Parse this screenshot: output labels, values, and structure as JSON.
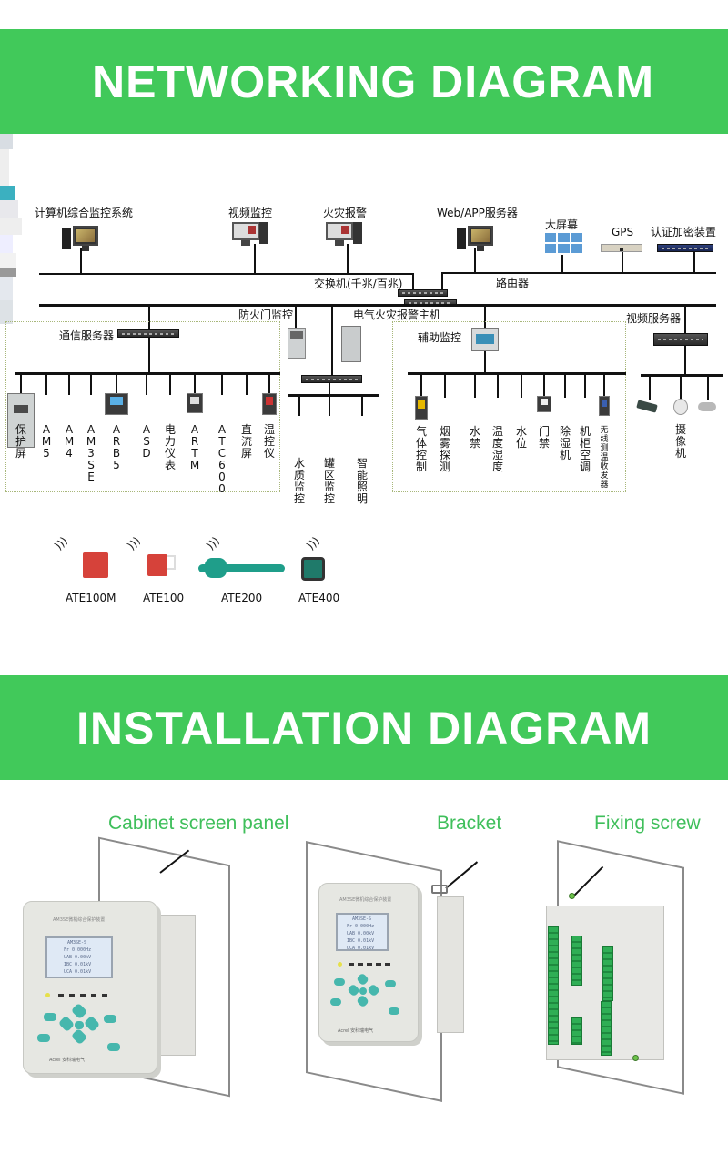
{
  "banners": {
    "networking": "NETWORKING DIAGRAM",
    "installation": "INSTALLATION DIAGRAM"
  },
  "network": {
    "top_tier": {
      "computer_monitoring_system": "计算机综合监控系统",
      "video_monitoring": "视频监控",
      "fire_alarm": "火灾报警",
      "web_app_server": "Web/APP服务器",
      "big_screen": "大屏幕",
      "gps": "GPS",
      "auth_encryption_device": "认证加密装置"
    },
    "switch_label": "交换机(千兆/百兆)",
    "router_label": "路由器",
    "second_tier": {
      "fire_door_monitoring": "防火门监控",
      "electrical_fire_alarm_host": "电气火灾报警主机",
      "video_server": "视频服务器"
    },
    "comm_server_group": {
      "title": "通信服务器",
      "devices": [
        "保护屏",
        "AM5",
        "AM4",
        "AM3SE",
        "ARB5",
        "ASD",
        "电力仪表",
        "ARTM",
        "ATC600",
        "直流屏",
        "温控仪"
      ]
    },
    "middle_group": {
      "devices": [
        "水质监控",
        "罐区监控",
        "智能照明"
      ]
    },
    "aux_monitoring_group": {
      "title": "辅助监控",
      "devices": [
        "气体控制",
        "烟雾探测",
        "水禁",
        "温度湿度",
        "水位",
        "门禁",
        "除湿机",
        "机柜空调",
        "无线测温收发器"
      ]
    },
    "camera_group": {
      "devices": [
        "摄像机"
      ]
    },
    "wireless_sensors": [
      "ATE100M",
      "ATE100",
      "ATE200",
      "ATE400"
    ]
  },
  "installation": {
    "steps": [
      {
        "label": "Cabinet screen panel"
      },
      {
        "label": "Bracket"
      },
      {
        "label": "Fixing screw"
      }
    ],
    "device": {
      "title_text": "AM3SE微机综合保护装置",
      "lcd_lines": [
        "AM3SE-S",
        "Fr   0.000Hz",
        "UAB  0.00kV",
        "IBC  0.01kV",
        "UCA  0.01kV"
      ],
      "brand": "Acrel 安科瑞电气"
    }
  },
  "colors": {
    "banner_green": "#41c95a",
    "label_green": "#3fbf5b",
    "keypad_teal": "#46b7ad"
  }
}
